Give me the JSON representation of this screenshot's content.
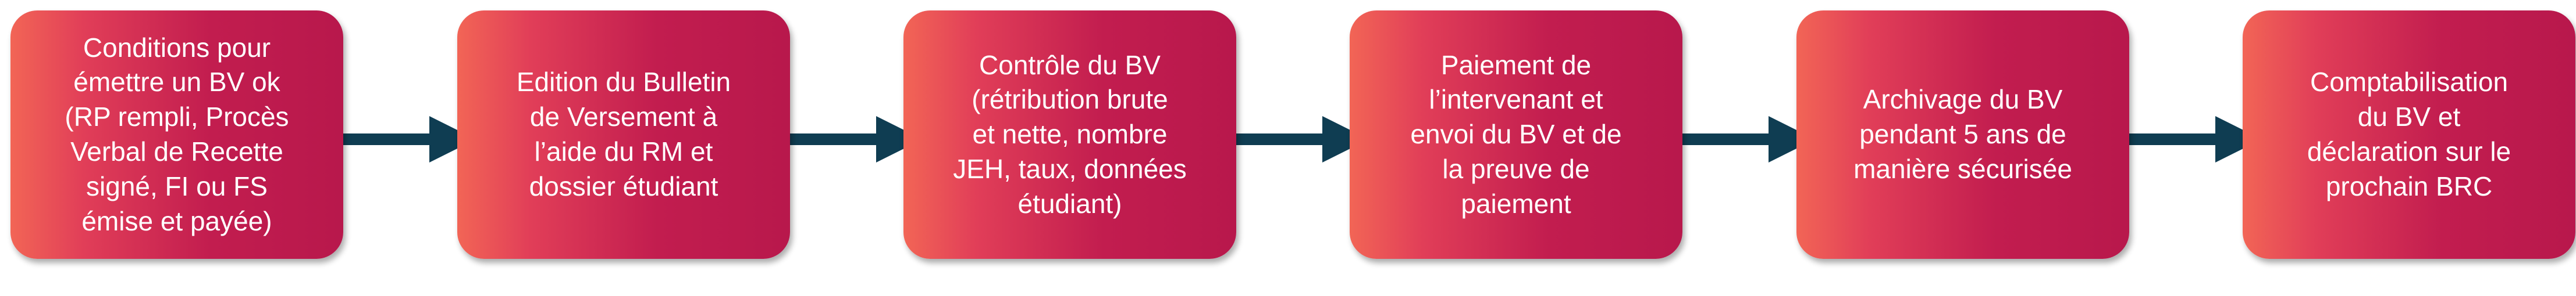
{
  "diagram": {
    "colors": {
      "box_gradient_start": "#f26556",
      "box_gradient_end": "#b8184c",
      "arrow": "#0f3d52",
      "text": "#ffffff"
    },
    "steps": [
      {
        "text": "Conditions pour\némettre un BV ok\n(RP rempli, Procès\nVerbal de Recette\nsigné, FI ou FS\némise et payée)"
      },
      {
        "text": "Edition du Bulletin\nde Versement à\nl’aide du RM et\ndossier étudiant"
      },
      {
        "text": "Contrôle du BV\n(rétribution brute\net nette, nombre\nJEH, taux, données\nétudiant)"
      },
      {
        "text": "Paiement de\nl’intervenant et\nenvoi du BV et de\nla preuve de\npaiement"
      },
      {
        "text": "Archivage du BV\npendant 5 ans de\nmanière sécurisée"
      },
      {
        "text": "Comptabilisation\ndu BV et\ndéclaration sur le\nprochain BRC"
      }
    ],
    "connector_icon": "right-arrow-icon"
  }
}
